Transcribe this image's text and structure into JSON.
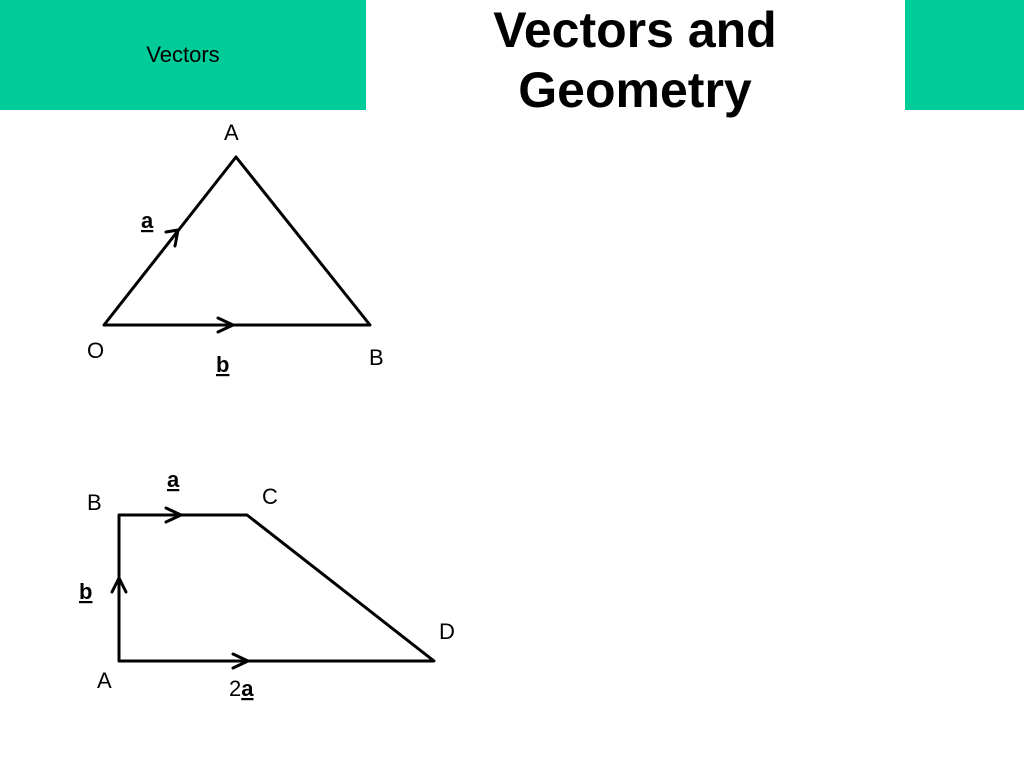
{
  "header": {
    "band_label": "Vectors",
    "title_line1": "Vectors and",
    "title_line2": "Geometry",
    "accent_color": "#00cc99"
  },
  "triangle": {
    "vertex_A": "A",
    "vertex_O": "O",
    "vertex_B": "B",
    "vector_a": "a",
    "vector_b": "b"
  },
  "trapezium": {
    "vertex_A": "A",
    "vertex_B": "B",
    "vertex_C": "C",
    "vertex_D": "D",
    "vector_a": "a",
    "vector_b": "b",
    "vector_2a_coef": "2",
    "vector_2a_vec": "a"
  }
}
